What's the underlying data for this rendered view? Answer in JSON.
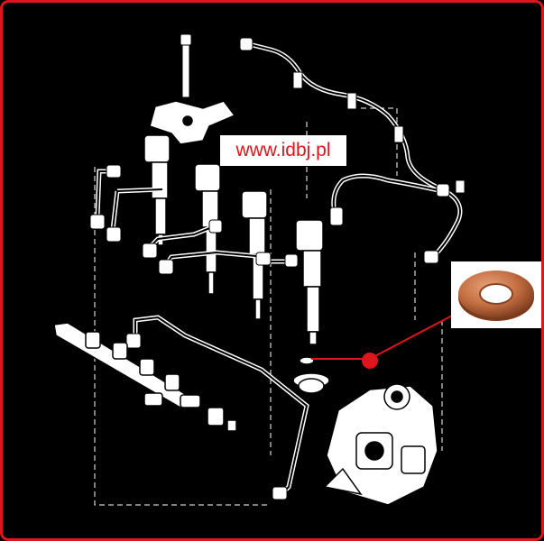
{
  "watermark": {
    "text": "www.idbj.pl"
  },
  "colors": {
    "frame": "#e0141b",
    "background": "#000000",
    "line_art": "#ffffff",
    "callout": "#e0141b",
    "washer": "#c46f42"
  },
  "parts": [
    "common-rail",
    "fuel-injector-1",
    "fuel-injector-2",
    "fuel-injector-3",
    "fuel-injector-4",
    "injector-clamp",
    "clamp-bolt",
    "return-line",
    "high-pressure-pipes",
    "high-pressure-pump",
    "copper-sealing-washer"
  ]
}
